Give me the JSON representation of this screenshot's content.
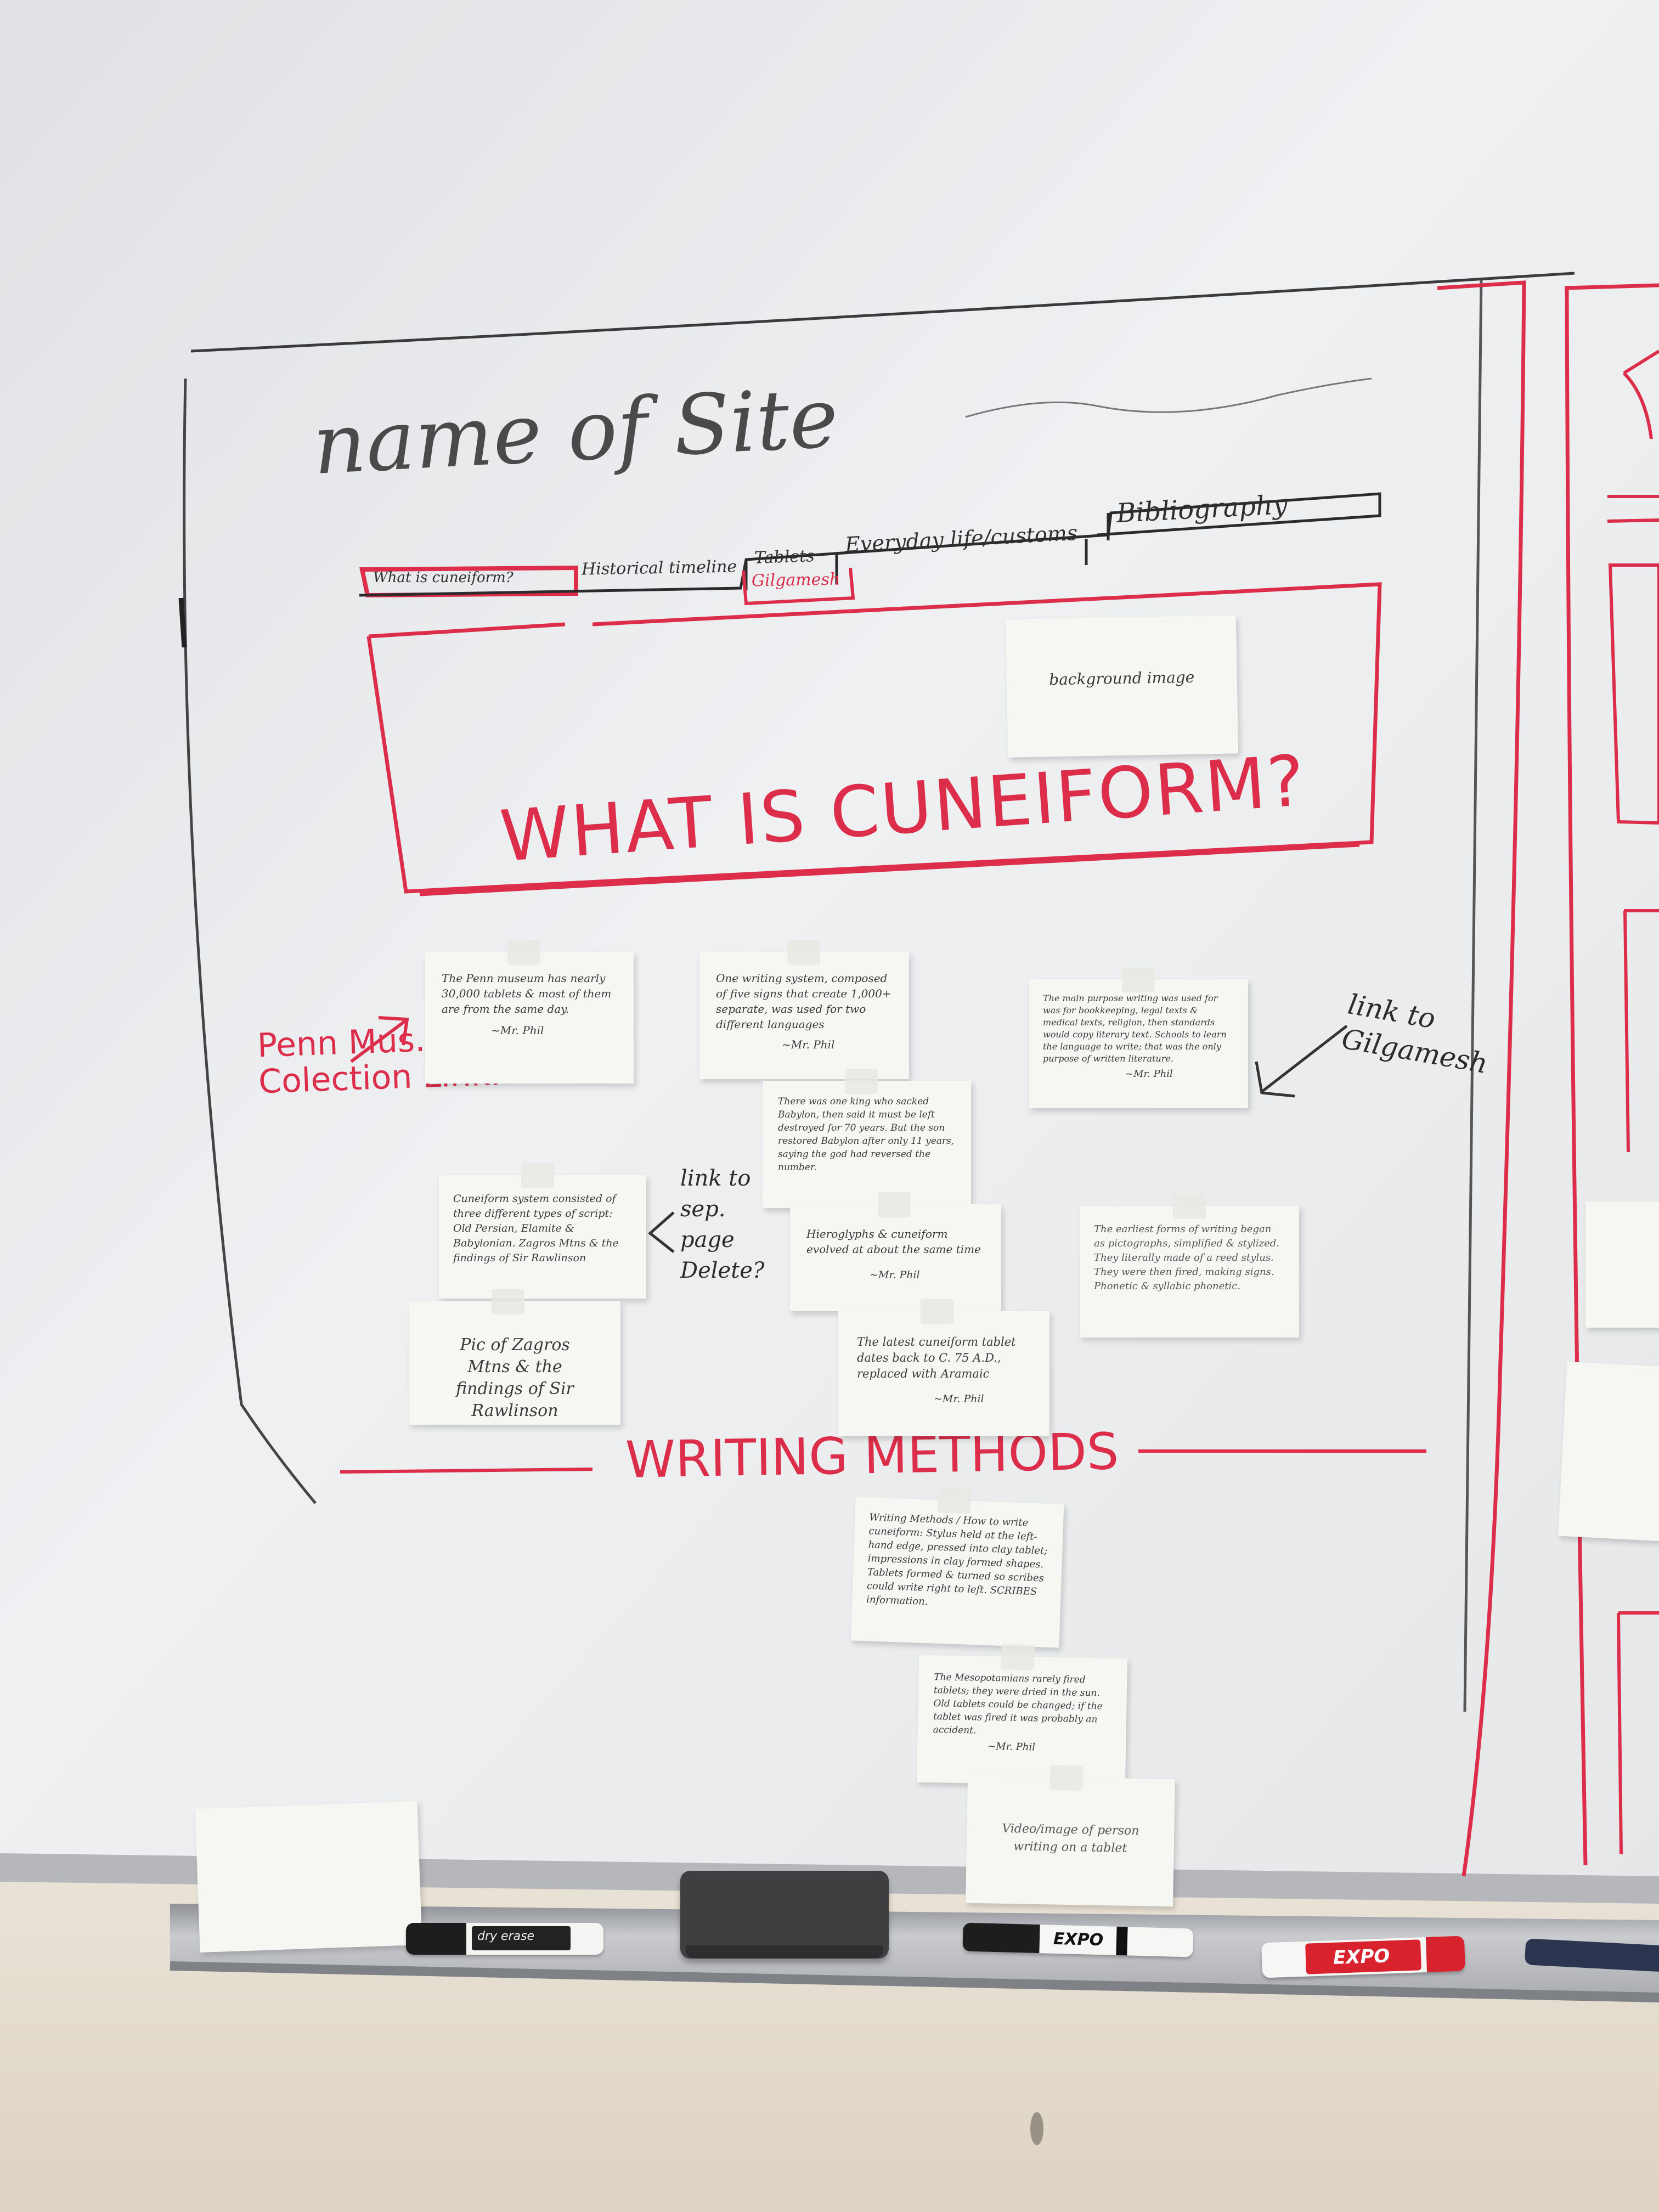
{
  "site_title": "name of Site",
  "nav": {
    "items": [
      "What is cuneiform?",
      "Historical timeline",
      "Tablets",
      "Everyday life/customs",
      "Bibliography"
    ],
    "subitem": "Gilgamesh"
  },
  "hero": {
    "heading": "WHAT IS CUNEIFORM?",
    "image_note": "background image"
  },
  "annotations": {
    "penn_link": "Penn Mus. Colection Link.",
    "link_gilgamesh": "link to Gilgamesh",
    "link_sep_page": "link to sep. page Delete?",
    "writing_methods": "WRITING METHODS"
  },
  "notes": {
    "n1": "The Penn museum has nearly 30,000 tablets & most of them are from the same day.",
    "n1_sig": "~Mr. Phil",
    "n2": "One writing system, composed of five signs that create 1,000+ separate, was used for two different languages",
    "n2_sig": "~Mr. Phil",
    "n3": "The main purpose writing was used for was for bookkeeping, legal texts & medical texts, religion, then standards would copy literary text. Schools to learn the language to write; that was the only purpose of written literature.",
    "n3_sig": "~Mr. Phil",
    "n4": "There was one king who sacked Babylon, then said it must be left destroyed for 70 years. But the son restored Babylon after only 11 years, saying the god had reversed the number.",
    "n5": "Cuneiform system consisted of three different types of script: Old Persian, Elamite & Babylonian. Zagros Mtns & the findings of Sir Rawlinson",
    "n6": "Hieroglyphs & cuneiform evolved at about the same time",
    "n6_sig": "~Mr. Phil",
    "n7": "The earliest forms of writing began as pictographs, simplified & stylized. They literally made of a reed stylus. They were then fired, making signs. Phonetic & syllabic phonetic.",
    "n8": "Pic of Zagros Mtns & the findings of Sir Rawlinson",
    "n9": "The latest cuneiform tablet dates back to C. 75 A.D., replaced with Aramaic",
    "n9_sig": "~Mr. Phil",
    "n10": "Writing Methods / How to write cuneiform: Stylus held at the left-hand edge, pressed into clay tablet; impressions in clay formed shapes. Tablets formed & turned so scribes could write right to left. SCRIBES information.",
    "n11": "The Mesopotamians rarely fired tablets; they were dried in the sun. Old tablets could be changed; if the tablet was fired it was probably an accident.",
    "n11_sig": "~Mr. Phil",
    "n12": "Video/image of person writing on a tablet"
  },
  "tray": {
    "marker_brand": "EXPO",
    "marker_sub": "dry erase"
  },
  "colors": {
    "red_marker": "#dc2d4a",
    "black_marker": "#2b2b2b",
    "board": "#eceef0",
    "ledge": "#b9bbbe",
    "wall": "#e4dccf"
  }
}
